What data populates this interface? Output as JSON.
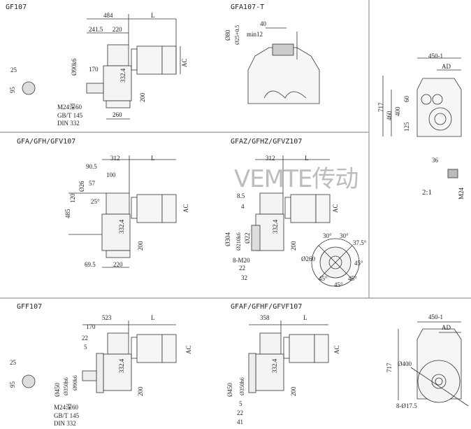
{
  "watermark": "VEMTE传动",
  "gf107": {
    "title": "GF107",
    "dims": [
      "484",
      "L",
      "241.5",
      "220",
      "Ø90k6",
      "170",
      "332.4",
      "AC",
      "25",
      "95",
      "200",
      "260",
      "M24深60",
      "GB/T 145",
      "DIN 332"
    ]
  },
  "gfa107t": {
    "title": "GFA107-T",
    "dims": [
      "40",
      "min12",
      "Ø80",
      "Ø25+0.5"
    ]
  },
  "side_top": {
    "dims": [
      "450-1",
      "AD",
      "717",
      "460",
      "400",
      "60",
      "125"
    ]
  },
  "key_detail": {
    "dims": [
      "36",
      "2:1",
      "M24"
    ]
  },
  "gfa107": {
    "title": "GFA/GFH/GFV107",
    "dims": [
      "312",
      "L",
      "90.5",
      "100",
      "57",
      "Ø26",
      "120",
      "25°",
      "485",
      "332.4",
      "AC",
      "200",
      "69.5",
      "220"
    ]
  },
  "gfaz107": {
    "title": "GFAZ/GFHZ/GFVZ107",
    "dims": [
      "312",
      "L",
      "8.5",
      "4",
      "AC",
      "332.4",
      "Ø304",
      "Ø210k6",
      "Ø22",
      "200",
      "8-M20",
      "22",
      "32",
      "Ø260",
      "30°",
      "30°",
      "37.5°",
      "45°",
      "45°",
      "45°",
      "45°"
    ]
  },
  "gff107": {
    "title": "GFF107",
    "dims": [
      "523",
      "L",
      "170",
      "22",
      "5",
      "AC",
      "332.4",
      "25",
      "95",
      "Ø450",
      "Ø350h6",
      "Ø90k6",
      "200",
      "M24深60",
      "GB/T 145",
      "DIN 332"
    ]
  },
  "gfaf107": {
    "title": "GFAF/GFHF/GFVF107",
    "dims": [
      "358",
      "L",
      "AC",
      "332.4",
      "Ø450",
      "Ø350h6",
      "200",
      "5",
      "22",
      "41"
    ]
  },
  "side_bottom": {
    "dims": [
      "450-1",
      "AD",
      "717",
      "Ø400",
      "8-Ø17.5"
    ]
  }
}
